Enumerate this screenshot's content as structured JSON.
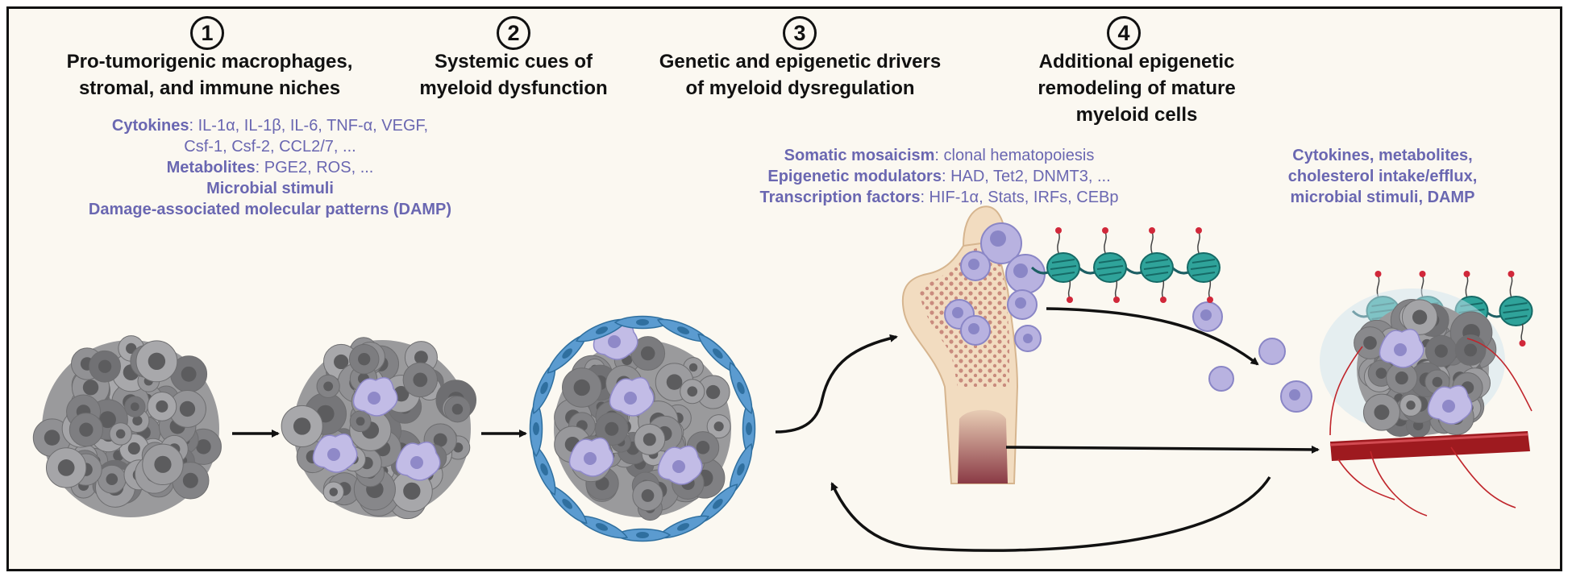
{
  "panels": [
    {
      "number": "1",
      "title_lines": [
        "Pro-tumorigenic macrophages,",
        "stromal, and immune niches"
      ],
      "desc_lines": [
        {
          "bold": "Cytokines",
          "rest": ": IL-1α, IL-1β, IL-6, TNF-α, VEGF,"
        },
        {
          "bold": "",
          "rest": "Csf-1, Csf-2, CCL2/7, ..."
        },
        {
          "bold": "Metabolites",
          "rest": ": PGE2, ROS, ..."
        },
        {
          "bold": "Microbial stimuli",
          "rest": ""
        },
        {
          "bold": "Damage-associated molecular patterns (DAMP)",
          "rest": ""
        }
      ]
    },
    {
      "number": "2",
      "title_lines": [
        "Systemic cues of",
        "myeloid dysfunction"
      ],
      "desc_lines": []
    },
    {
      "number": "3",
      "title_lines": [
        "Genetic and epigenetic drivers",
        "of myeloid dysregulation"
      ],
      "desc_lines": [
        {
          "bold": "Somatic mosaicism",
          "rest": ": clonal hematopoiesis"
        },
        {
          "bold": "Epigenetic modulators",
          "rest": ": HAD, Tet2, DNMT3, ..."
        },
        {
          "bold": "Transcription factors",
          "rest": ": HIF-1α, Stats, IRFs, CEBp"
        }
      ]
    },
    {
      "number": "4",
      "title_lines": [
        "Additional epigenetic",
        "remodeling of mature",
        "myeloid cells"
      ],
      "desc_lines": [
        {
          "bold": "Cytokines, metabolites,",
          "rest": ""
        },
        {
          "bold": "cholesterol intake/efflux,",
          "rest": ""
        },
        {
          "bold": "microbial stimuli, DAMP",
          "rest": ""
        }
      ]
    }
  ],
  "colors": {
    "text_accent": "#6a67b1",
    "tumor": "#8a8a8c",
    "macrophage": "#b8b2e0",
    "stromal": "#5b9bd0",
    "nucleosome": "#2fa39a",
    "bone": "#f2dcc0",
    "vessel": "#9e1a1f"
  }
}
